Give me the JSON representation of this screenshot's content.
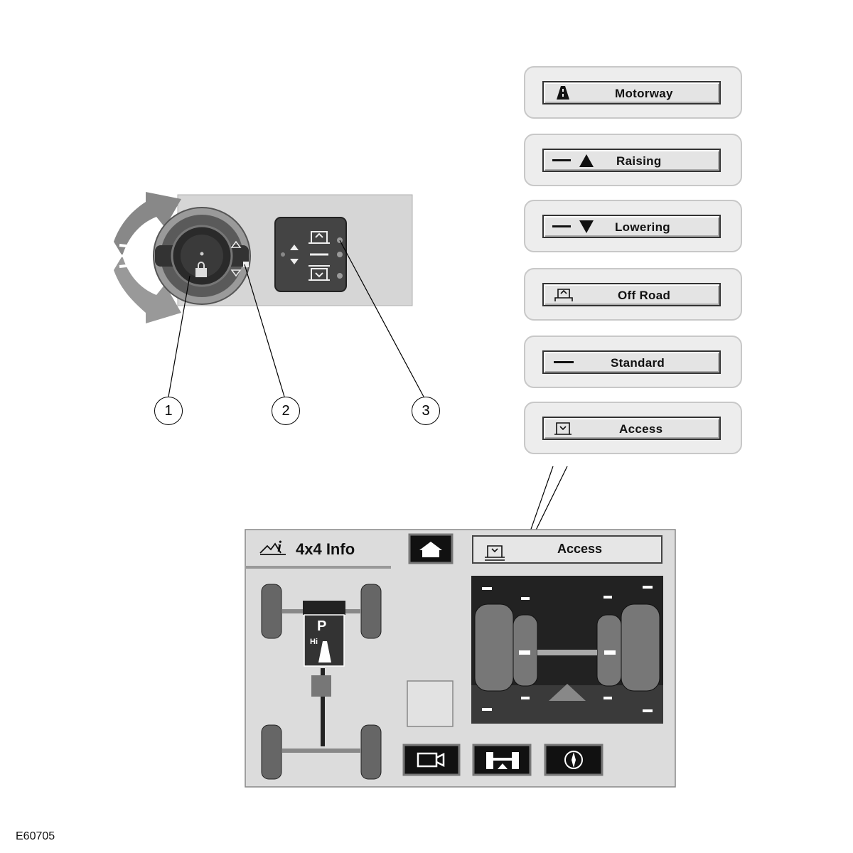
{
  "figure_id": "E60705",
  "callouts": [
    "1",
    "2",
    "3"
  ],
  "status_panels": [
    {
      "label": "Motorway",
      "icon": "road-icon"
    },
    {
      "label": "Raising",
      "icon": "arrow-up-icon"
    },
    {
      "label": "Lowering",
      "icon": "arrow-down-icon"
    },
    {
      "label": "Off Road",
      "icon": "vehicle-raised-icon"
    },
    {
      "label": "Standard",
      "icon": "dash-icon"
    },
    {
      "label": "Access",
      "icon": "vehicle-lowered-icon"
    }
  ],
  "screen": {
    "title": "4x4 Info",
    "status_label": "Access",
    "gear_indicator": "P",
    "range_indicator": "Hi",
    "buttons": [
      "home-icon",
      "camera-icon",
      "suspension-icon",
      "compass-icon"
    ]
  },
  "colors": {
    "panel_bg": "#dcdcdc",
    "screen_dark": "#222222",
    "switch_panel": "#444444"
  }
}
